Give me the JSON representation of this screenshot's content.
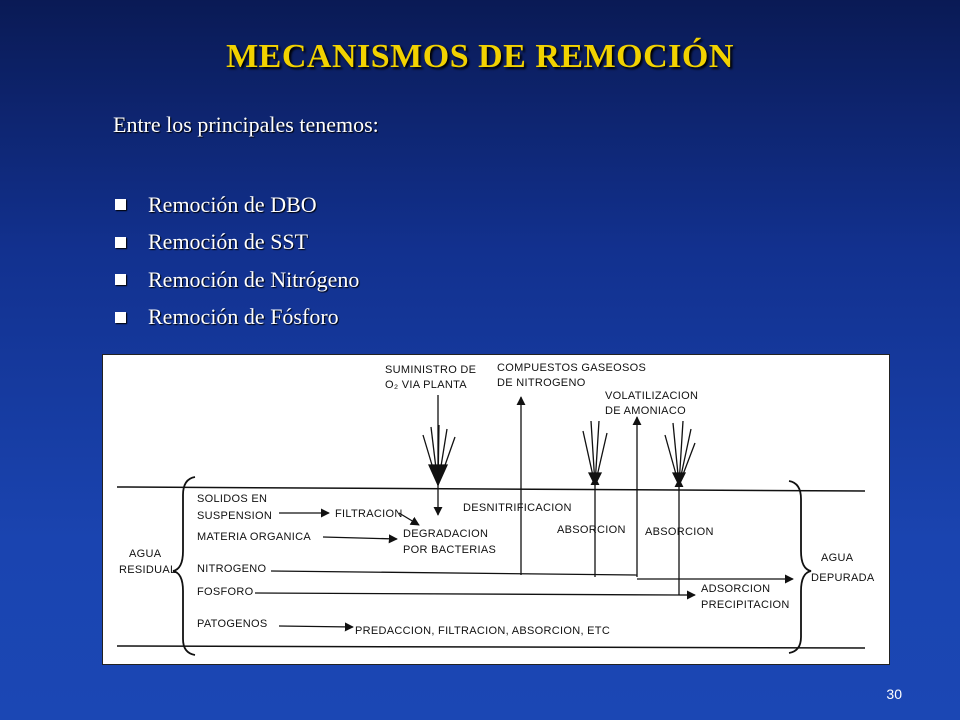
{
  "slide": {
    "title": "MECANISMOS DE REMOCIÓN",
    "intro": "Entre los principales tenemos:",
    "bullets": [
      "Remoción de DBO",
      "Remoción de SST",
      "Remoción de Nitrógeno",
      "Remoción de Fósforo"
    ],
    "page_number": "30",
    "colors": {
      "title": "#f2d200",
      "background": "#1a44b0",
      "text": "#ffffff"
    }
  },
  "diagram": {
    "top_labels": {
      "oxygen_supply": [
        "SUMINISTRO DE",
        "O₂ VIA PLANTA"
      ],
      "gaseous_compounds": [
        "COMPUESTOS GASEOSOS",
        "DE NITROGENO"
      ],
      "volatilization": [
        "VOLATILIZACION",
        "DE AMONIACO"
      ]
    },
    "inlet_label": [
      "AGUA",
      "RESIDUAL"
    ],
    "outlet_label": [
      "AGUA",
      "DEPURADA"
    ],
    "inputs": {
      "solids": [
        "SOLIDOS EN",
        "SUSPENSION"
      ],
      "organic": "MATERIA ORGANICA",
      "nitrogen": "NITROGENO",
      "phosphorus": "FOSFORO",
      "pathogens": "PATOGENOS"
    },
    "processes": {
      "filtration": "FILTRACION",
      "denitrification": "DESNITRIFICACION",
      "degradation": [
        "DEGRADACION",
        "POR BACTERIAS"
      ],
      "absorption_1": "ABSORCION",
      "absorption_2": "ABSORCION",
      "adsorption": [
        "ADSORCION",
        "PRECIPITACION"
      ],
      "pathogen_removal": "PREDACCION, FILTRACION, ABSORCION, ETC"
    }
  }
}
